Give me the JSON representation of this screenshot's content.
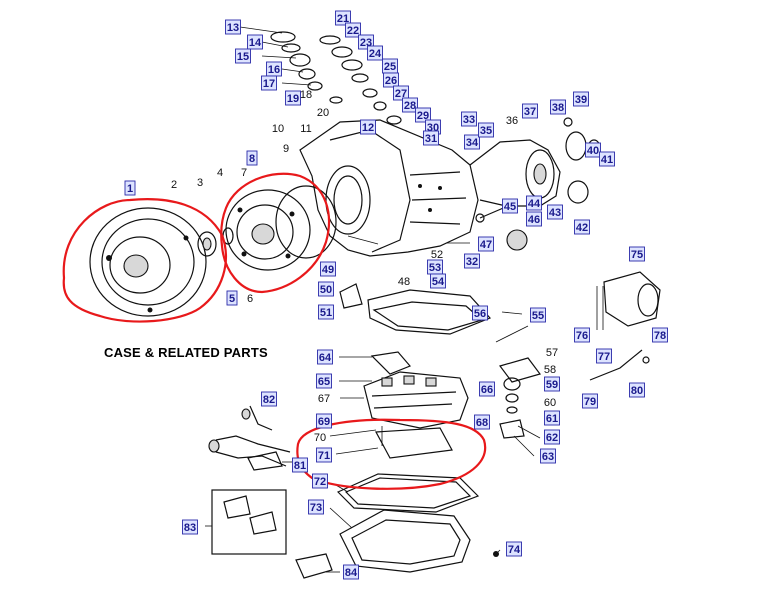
{
  "caption": "CASE & RELATED PARTS",
  "part_labels": [
    {
      "n": "1",
      "boxed": true
    },
    {
      "n": "2",
      "boxed": false
    },
    {
      "n": "3",
      "boxed": false
    },
    {
      "n": "4",
      "boxed": false
    },
    {
      "n": "5",
      "boxed": true
    },
    {
      "n": "6",
      "boxed": false
    },
    {
      "n": "7",
      "boxed": false
    },
    {
      "n": "8",
      "boxed": true
    },
    {
      "n": "9",
      "boxed": false
    },
    {
      "n": "10",
      "boxed": false
    },
    {
      "n": "11",
      "boxed": false
    },
    {
      "n": "12",
      "boxed": true
    },
    {
      "n": "13",
      "boxed": true
    },
    {
      "n": "14",
      "boxed": true
    },
    {
      "n": "15",
      "boxed": true
    },
    {
      "n": "16",
      "boxed": true
    },
    {
      "n": "17",
      "boxed": true
    },
    {
      "n": "18",
      "boxed": false
    },
    {
      "n": "19",
      "boxed": true
    },
    {
      "n": "20",
      "boxed": false
    },
    {
      "n": "21",
      "boxed": true
    },
    {
      "n": "22",
      "boxed": true
    },
    {
      "n": "23",
      "boxed": true
    },
    {
      "n": "24",
      "boxed": true
    },
    {
      "n": "25",
      "boxed": true
    },
    {
      "n": "26",
      "boxed": true
    },
    {
      "n": "27",
      "boxed": true
    },
    {
      "n": "28",
      "boxed": true
    },
    {
      "n": "29",
      "boxed": true
    },
    {
      "n": "30",
      "boxed": true
    },
    {
      "n": "31",
      "boxed": true
    },
    {
      "n": "32",
      "boxed": true
    },
    {
      "n": "33",
      "boxed": true
    },
    {
      "n": "34",
      "boxed": true
    },
    {
      "n": "35",
      "boxed": true
    },
    {
      "n": "36",
      "boxed": false
    },
    {
      "n": "37",
      "boxed": true
    },
    {
      "n": "38",
      "boxed": true
    },
    {
      "n": "39",
      "boxed": true
    },
    {
      "n": "40",
      "boxed": true
    },
    {
      "n": "41",
      "boxed": true
    },
    {
      "n": "42",
      "boxed": true
    },
    {
      "n": "43",
      "boxed": true
    },
    {
      "n": "44",
      "boxed": true
    },
    {
      "n": "45",
      "boxed": true
    },
    {
      "n": "46",
      "boxed": true
    },
    {
      "n": "47",
      "boxed": true
    },
    {
      "n": "48",
      "boxed": false
    },
    {
      "n": "49",
      "boxed": true
    },
    {
      "n": "50",
      "boxed": true
    },
    {
      "n": "51",
      "boxed": true
    },
    {
      "n": "52",
      "boxed": false
    },
    {
      "n": "53",
      "boxed": true
    },
    {
      "n": "54",
      "boxed": true
    },
    {
      "n": "55",
      "boxed": true
    },
    {
      "n": "56",
      "boxed": true
    },
    {
      "n": "57",
      "boxed": false
    },
    {
      "n": "58",
      "boxed": false
    },
    {
      "n": "59",
      "boxed": true
    },
    {
      "n": "60",
      "boxed": false
    },
    {
      "n": "61",
      "boxed": true
    },
    {
      "n": "62",
      "boxed": true
    },
    {
      "n": "63",
      "boxed": true
    },
    {
      "n": "64",
      "boxed": true
    },
    {
      "n": "65",
      "boxed": true
    },
    {
      "n": "66",
      "boxed": true
    },
    {
      "n": "67",
      "boxed": false
    },
    {
      "n": "68",
      "boxed": true
    },
    {
      "n": "69",
      "boxed": true
    },
    {
      "n": "70",
      "boxed": false
    },
    {
      "n": "71",
      "boxed": true
    },
    {
      "n": "72",
      "boxed": true
    },
    {
      "n": "73",
      "boxed": true
    },
    {
      "n": "74",
      "boxed": true
    },
    {
      "n": "75",
      "boxed": true
    },
    {
      "n": "76",
      "boxed": true
    },
    {
      "n": "77",
      "boxed": true
    },
    {
      "n": "78",
      "boxed": true
    },
    {
      "n": "79",
      "boxed": true
    },
    {
      "n": "80",
      "boxed": true
    },
    {
      "n": "81",
      "boxed": true
    },
    {
      "n": "82",
      "boxed": true
    },
    {
      "n": "83",
      "boxed": true
    },
    {
      "n": "84",
      "boxed": true
    }
  ],
  "highlight_color": "#e8191b",
  "label_box_color": "#2a2aa8"
}
